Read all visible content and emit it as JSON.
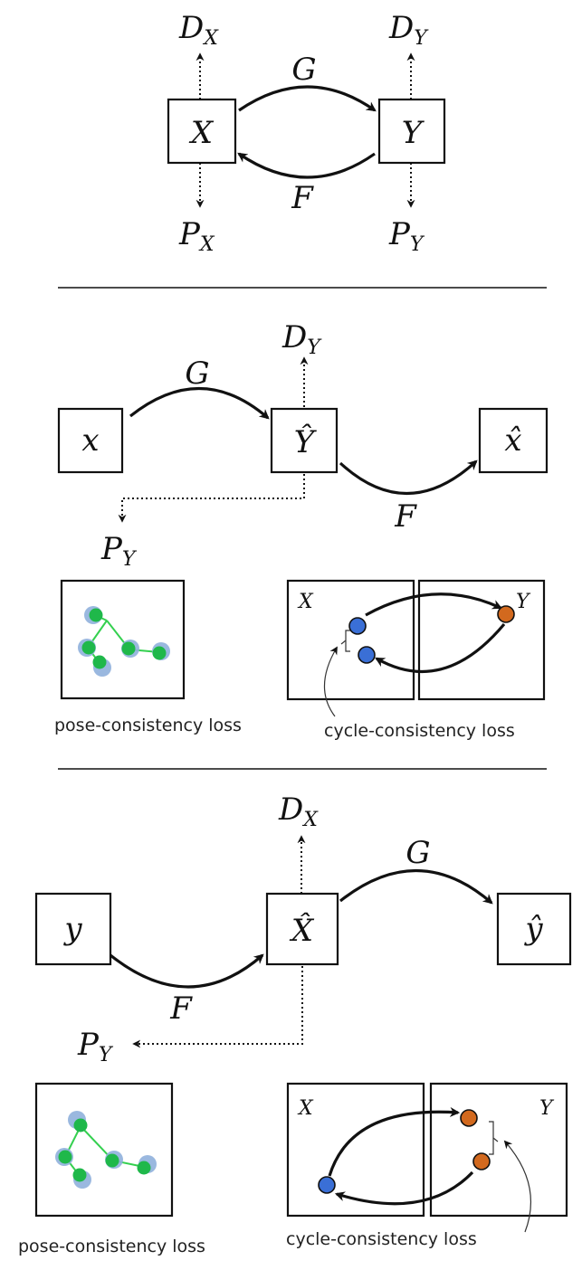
{
  "panel1": {
    "box_x": "X",
    "box_y": "Y",
    "map_g": "G",
    "map_f": "F",
    "d_x": {
      "main": "D",
      "sub": "X"
    },
    "d_y": {
      "main": "D",
      "sub": "Y"
    },
    "p_x": {
      "main": "P",
      "sub": "X"
    },
    "p_y": {
      "main": "P",
      "sub": "Y"
    }
  },
  "panel2": {
    "input": "x",
    "generated": "Ŷ",
    "reconstructed": "x̂",
    "map_g": "G",
    "map_f": "F",
    "d": {
      "main": "D",
      "sub": "Y"
    },
    "p": {
      "main": "P",
      "sub": "Y"
    },
    "inset_left_label": "X",
    "inset_right_label": "Y",
    "pose_caption": "pose-consistency loss",
    "cycle_caption": "cycle-consistency loss"
  },
  "panel3": {
    "input": "y",
    "generated": "X̂",
    "reconstructed": "ŷ",
    "map_g": "G",
    "map_f": "F",
    "d": {
      "main": "D",
      "sub": "X"
    },
    "p": {
      "main": "P",
      "sub": "Y"
    },
    "inset_left_label": "X",
    "inset_right_label": "Y",
    "pose_caption": "pose-consistency loss",
    "cycle_caption": "cycle-consistency loss"
  },
  "colors": {
    "blue": "#3a6fd6",
    "orange": "#d2691e",
    "green": "#1fb84a",
    "green_line": "#34d04f",
    "shadow": "#8fb0dc"
  }
}
